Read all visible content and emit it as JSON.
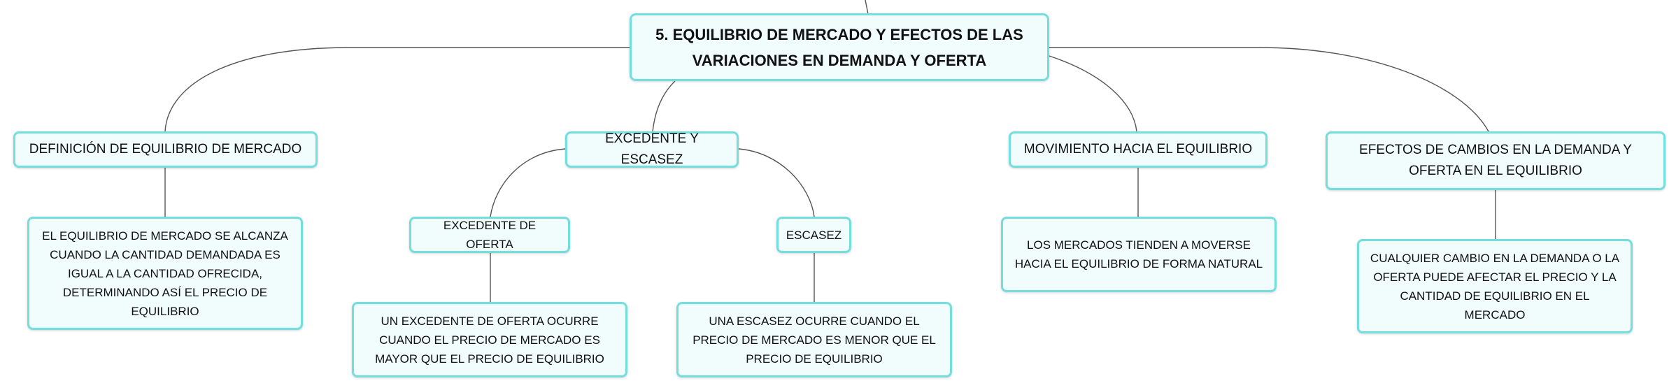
{
  "map": {
    "root": "5. EQUILIBRIO DE MERCADO Y EFECTOS DE LAS VARIACIONES EN DEMANDA Y OFERTA",
    "definicion": {
      "title": "DEFINICIÓN DE EQUILIBRIO DE MERCADO",
      "detail": "EL EQUILIBRIO DE MERCADO SE ALCANZA CUANDO LA CANTIDAD DEMANDADA ES IGUAL A LA CANTIDAD OFRECIDA, DETERMINANDO ASÍ EL PRECIO DE EQUILIBRIO"
    },
    "excedente_escasez": {
      "title": "EXCEDENTE Y ESCASEZ",
      "excedente": {
        "title": "EXCEDENTE DE OFERTA",
        "detail": "UN EXCEDENTE DE OFERTA OCURRE CUANDO EL PRECIO DE MERCADO ES MAYOR QUE EL PRECIO DE EQUILIBRIO"
      },
      "escasez": {
        "title": "ESCASEZ",
        "detail": "UNA ESCASEZ OCURRE CUANDO EL PRECIO DE MERCADO ES MENOR QUE EL PRECIO DE EQUILIBRIO"
      }
    },
    "movimiento": {
      "title": "MOVIMIENTO HACIA EL EQUILIBRIO",
      "detail": "LOS MERCADOS TIENDEN A MOVERSE HACIA EL EQUILIBRIO DE FORMA NATURAL"
    },
    "efectos": {
      "title": "EFECTOS DE CAMBIOS EN LA DEMANDA Y OFERTA EN EL EQUILIBRIO",
      "detail": "CUALQUIER CAMBIO EN LA DEMANDA O LA OFERTA PUEDE AFECTAR EL PRECIO Y LA CANTIDAD DE EQUILIBRIO EN EL MERCADO"
    }
  }
}
